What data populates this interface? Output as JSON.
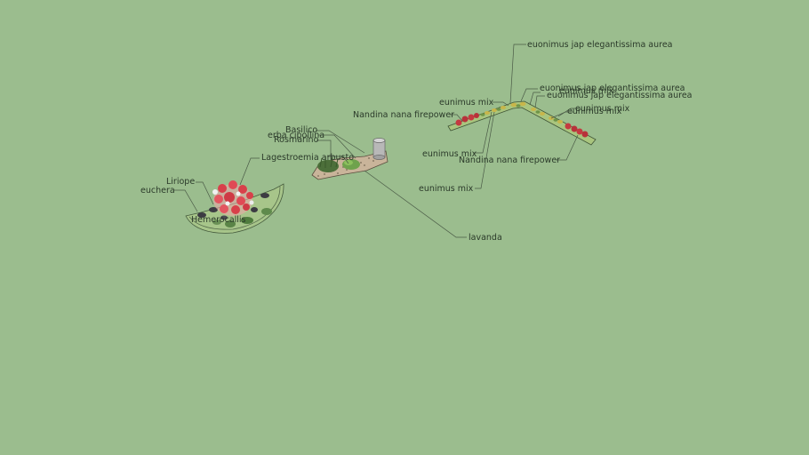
{
  "scene": {
    "background": "#9bbd8e",
    "label_color": "#2b3a2a",
    "leader_color": "#4a5a46"
  },
  "beds": [
    {
      "name": "half-round-bed",
      "fill": "#a7c58a"
    },
    {
      "name": "gravel-bed",
      "fill": "#c9b49a"
    },
    {
      "name": "chevron-bed",
      "fill": "#a9c57e"
    }
  ],
  "labels": {
    "liriope": "Liriope",
    "euchera": "euchera",
    "hemerocallis": "Hemerocallis",
    "lagestroemia": "Lagestroemia arbusto",
    "basilico": "Basilico",
    "erba_cipollina": "erba cipollina",
    "rosmarino": "Rosmarino",
    "lavanda": "lavanda",
    "nandina_left": "Nandina nana firepower",
    "nandina_bottom": "Nandina nana firepower",
    "eunimus_mix_top": "eunimus mix",
    "eunimus_mix_mid": "eunimus mix",
    "eunimus_mix_low": "eunimus mix",
    "euonimus_top": "euonimus jap elegantissima aurea",
    "euonimus_2": "euonimus jap elegantissima aurea",
    "euonimus_3": "euonimus jap elegantissima aurea",
    "eunimus_mix_r1": "eunimus mix",
    "eunimus_mix_r2": "eunimus mix",
    "eunimus_mix_r3": "eunimus mix"
  }
}
